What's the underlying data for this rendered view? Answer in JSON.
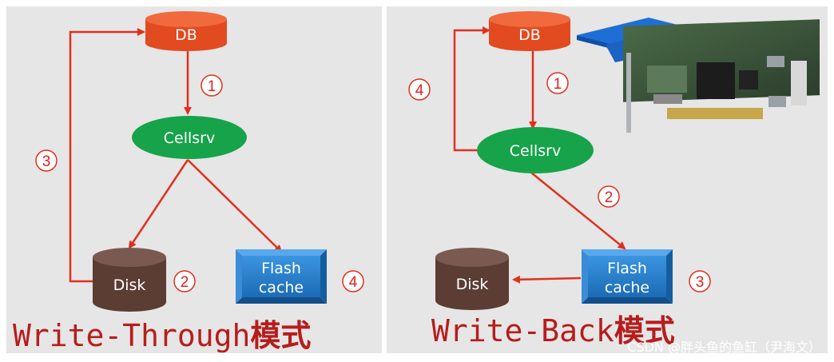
{
  "left": {
    "db_label": "DB",
    "cellsrv_label": "Cellsrv",
    "disk_label": "Disk",
    "flash_line1": "Flash",
    "flash_line2": "cache",
    "steps": [
      "1",
      "2",
      "3",
      "4"
    ],
    "title_en": "Write-Through",
    "title_cn": "模式"
  },
  "right": {
    "db_label": "DB",
    "cellsrv_label": "Cellsrv",
    "disk_label": "Disk",
    "flash_line1": "Flash",
    "flash_line2": "cache",
    "steps": [
      "1",
      "2",
      "3",
      "4"
    ],
    "title_en": "Write-Back",
    "title_cn": "模式"
  },
  "watermark": "CSDN @胖头鱼的鱼缸（尹海文）",
  "colors": {
    "db": "#e24a1f",
    "cellsrv": "#17a34a",
    "disk": "#5b3d34",
    "flash": "#1f78c8",
    "arrow": "#e0301e",
    "title": "#b81c1c",
    "panel": "#e6e6e6"
  }
}
